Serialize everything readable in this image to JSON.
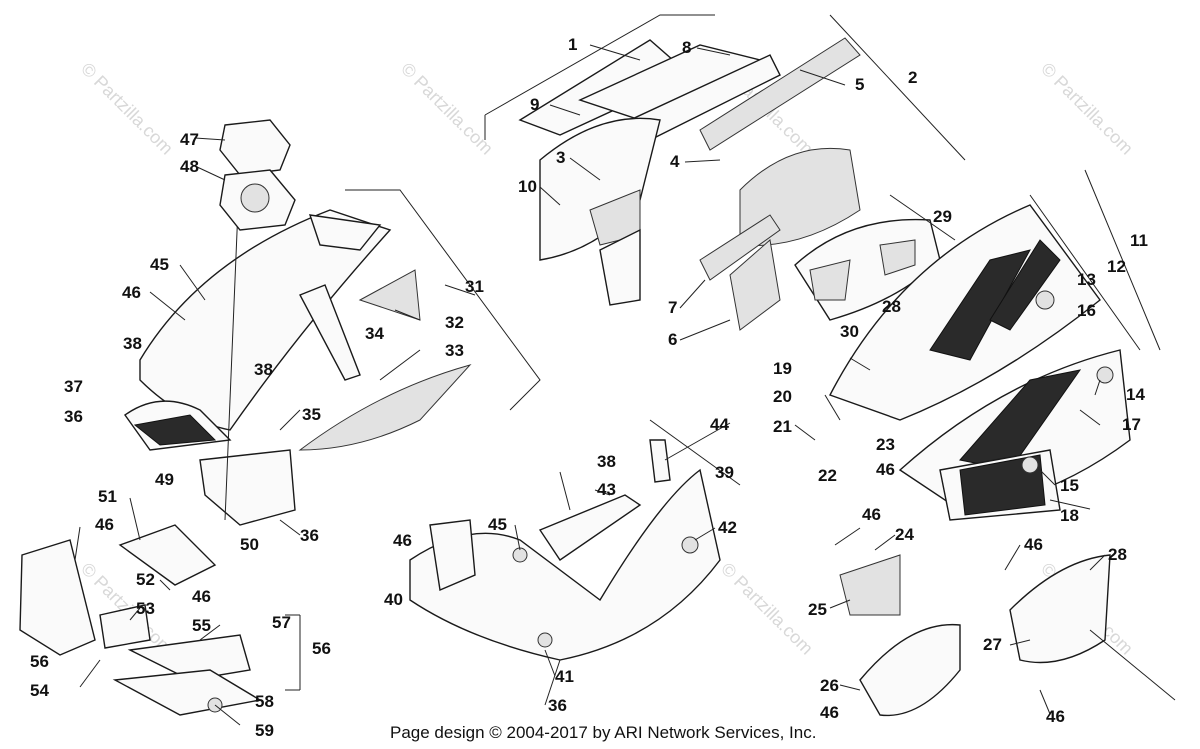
{
  "footer": "Page design © 2004-2017 by ARI Network Services, Inc.",
  "watermark": "© Partzilla.com",
  "callouts": [
    "1",
    "2",
    "3",
    "4",
    "5",
    "6",
    "7",
    "8",
    "9",
    "10",
    "11",
    "12",
    "13",
    "14",
    "15",
    "16",
    "17",
    "18",
    "19",
    "20",
    "21",
    "22",
    "23",
    "24",
    "25",
    "26",
    "27",
    "28",
    "29",
    "30",
    "31",
    "32",
    "33",
    "34",
    "35",
    "36",
    "37",
    "38",
    "39",
    "40",
    "41",
    "42",
    "43",
    "44",
    "45",
    "46",
    "47",
    "48",
    "49",
    "50",
    "51",
    "52",
    "53",
    "54",
    "55",
    "56",
    "57",
    "58",
    "59"
  ]
}
